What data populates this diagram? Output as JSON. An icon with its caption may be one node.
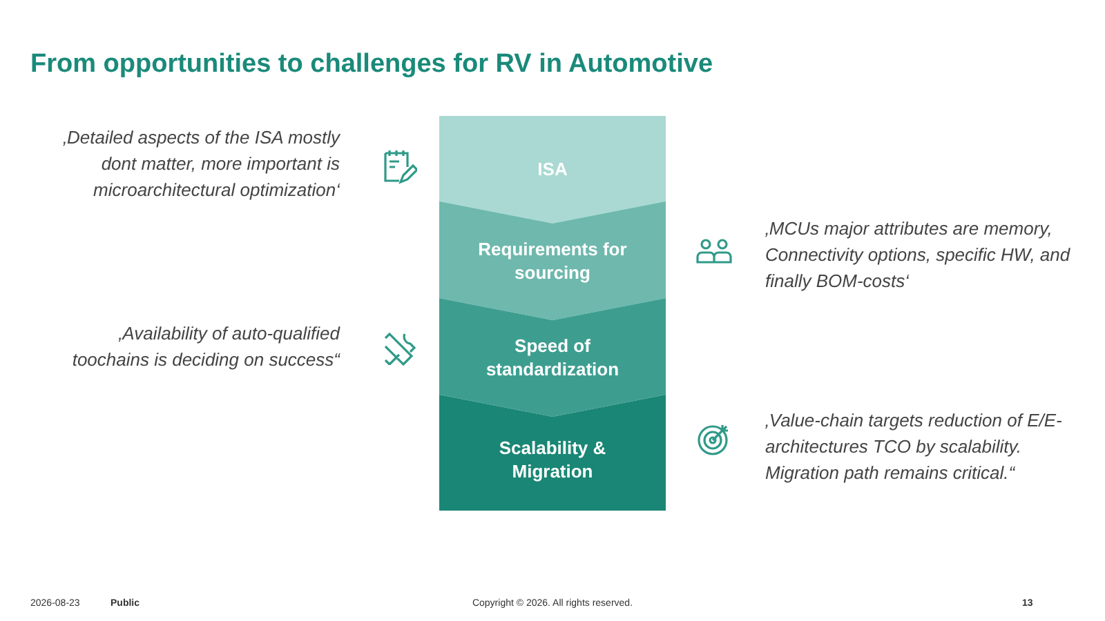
{
  "diagram": {
    "title": "From opportunities to challenges for RV in Automotive",
    "nodes": [
      {
        "text": [
          "ISA"
        ]
      },
      {
        "text": [
          "Requirements for sourcing"
        ]
      },
      {
        "text": [
          "Speed of standardization"
        ]
      },
      {
        "text": [
          "Scalability & Migration"
        ]
      }
    ],
    "edges": [],
    "labels": [
      "‚Detailed aspects of the ISA mostly dont matter, more important is microarchitectural optimization‘",
      "‚MCUs major attributes are memory, Connectivity options, specific HW, and finally BOM-costs‘",
      "‚Availability of auto-qualified toochains is deciding on success“",
      "‚Value-chain targets reduction of E/E-architectures TCO by scalability. Migration path remains critical.“",
      "2026-08-23",
      "Public",
      "Copyright © 2026. All rights reserved.",
      "13"
    ]
  }
}
